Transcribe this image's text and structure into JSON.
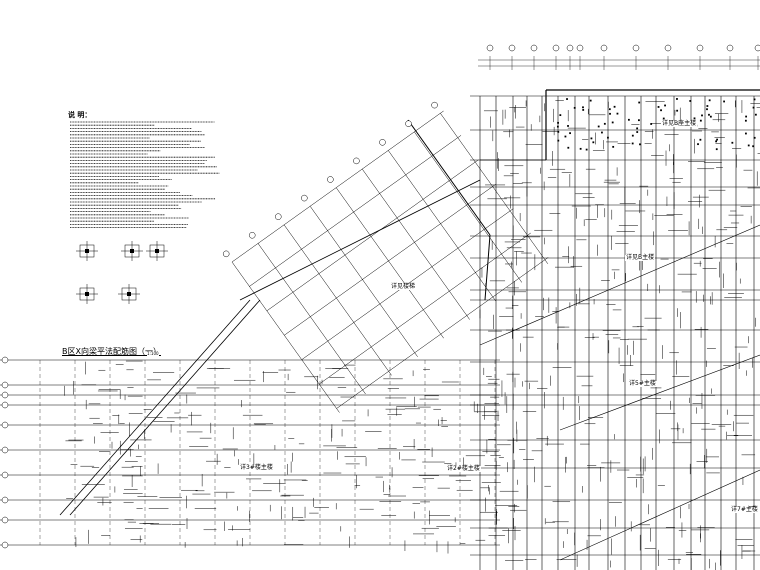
{
  "notes": {
    "title": "说 明："
  },
  "plan": {
    "title": "B区X向梁平法配筋图（一）",
    "scale": "1:100"
  },
  "zones": [
    {
      "id": "top-right",
      "label": "详见B座主楼"
    },
    {
      "id": "podium",
      "label": "详见楼梯"
    },
    {
      "id": "right-mid",
      "label": "详见B主楼"
    },
    {
      "id": "right-lower",
      "label": "详5#主楼"
    },
    {
      "id": "bottom-left",
      "label": "详3#楼主楼"
    },
    {
      "id": "bottom-center",
      "label": "详2#楼主楼"
    },
    {
      "id": "bottom-right",
      "label": "详7#主楼"
    }
  ],
  "colors": {
    "line": "#000000",
    "background": "#ffffff"
  }
}
